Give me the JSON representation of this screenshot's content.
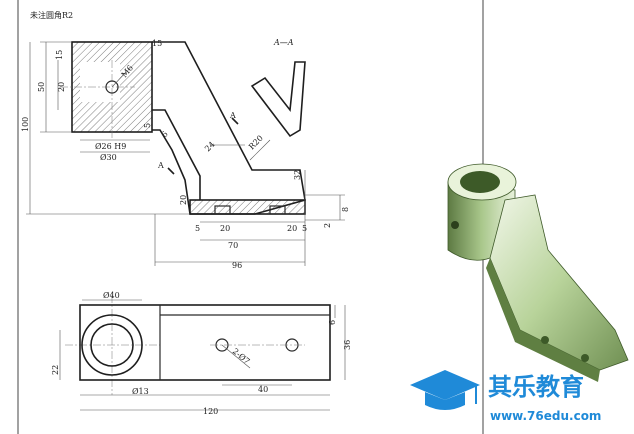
{
  "note": "未注圆角R2",
  "section_label": "A—A",
  "section_arrow_letter": "A",
  "dims": {
    "d15": "15",
    "d50": "50",
    "d20a": "20",
    "m6": "M6",
    "d100": "100",
    "d5a": "5",
    "d5b": "5",
    "d6": "6",
    "phi26": "Ø26 H9",
    "phi30": "Ø30",
    "d24": "24",
    "r20": "R20",
    "d32": "32",
    "d20b": "20",
    "d8": "8",
    "d2": "2",
    "d5c": "5",
    "d20c": "20",
    "d20d": "20",
    "d5d": "5",
    "d70": "70",
    "d96": "96",
    "phi40": "Ø40",
    "d6b": "6",
    "d36": "36",
    "d22": "22",
    "holes": "2-Ø7",
    "phi13": "Ø13",
    "d40": "40",
    "d120": "120"
  },
  "logo": {
    "name": "其乐教育",
    "url": "www.76edu.com"
  },
  "colors": {
    "line": "#2a2a2a",
    "render_green": "#9fbf7a",
    "logo_blue": "#1f8ad8"
  }
}
